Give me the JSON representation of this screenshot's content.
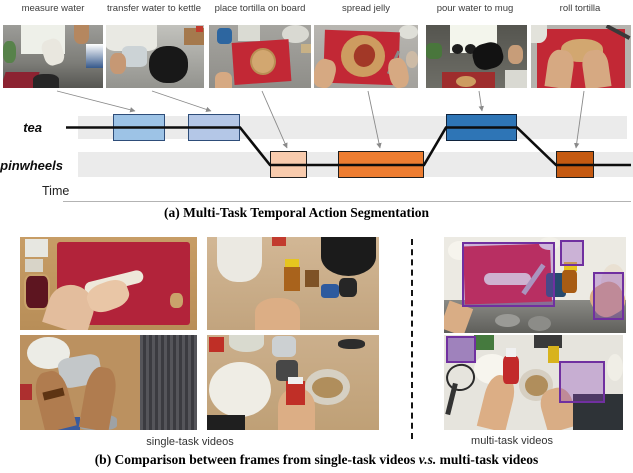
{
  "panel_a": {
    "caption": "(a) Multi-Task Temporal Action Segmentation",
    "action_labels": [
      "measure water",
      "transfer water to kettle",
      "place tortilla on board",
      "spread jelly",
      "pour water to mug",
      "roll tortilla"
    ],
    "timeline": {
      "row_labels": [
        "tea",
        "pinwheels"
      ],
      "axis_label": "Time",
      "segments": [
        {
          "action": "measure water",
          "task": "tea",
          "color": "#9dc3e6"
        },
        {
          "action": "transfer water to kettle",
          "task": "tea",
          "color": "#b4c7e7"
        },
        {
          "action": "place tortilla on board",
          "task": "pinwheels",
          "color": "#f8cbad"
        },
        {
          "action": "spread jelly",
          "task": "pinwheels",
          "color": "#ed7d31"
        },
        {
          "action": "pour water to mug",
          "task": "tea",
          "color": "#2e75b6"
        },
        {
          "action": "roll tortilla",
          "task": "pinwheels",
          "color": "#c55a11"
        }
      ]
    }
  },
  "panel_b": {
    "caption_prefix": "(b) Comparison between frames from single-task videos ",
    "caption_vs": "v.s.",
    "caption_suffix": " multi-task videos",
    "left_group_label": "single-task videos",
    "right_group_label": "multi-task videos",
    "bbox_color": "#7030a0"
  }
}
